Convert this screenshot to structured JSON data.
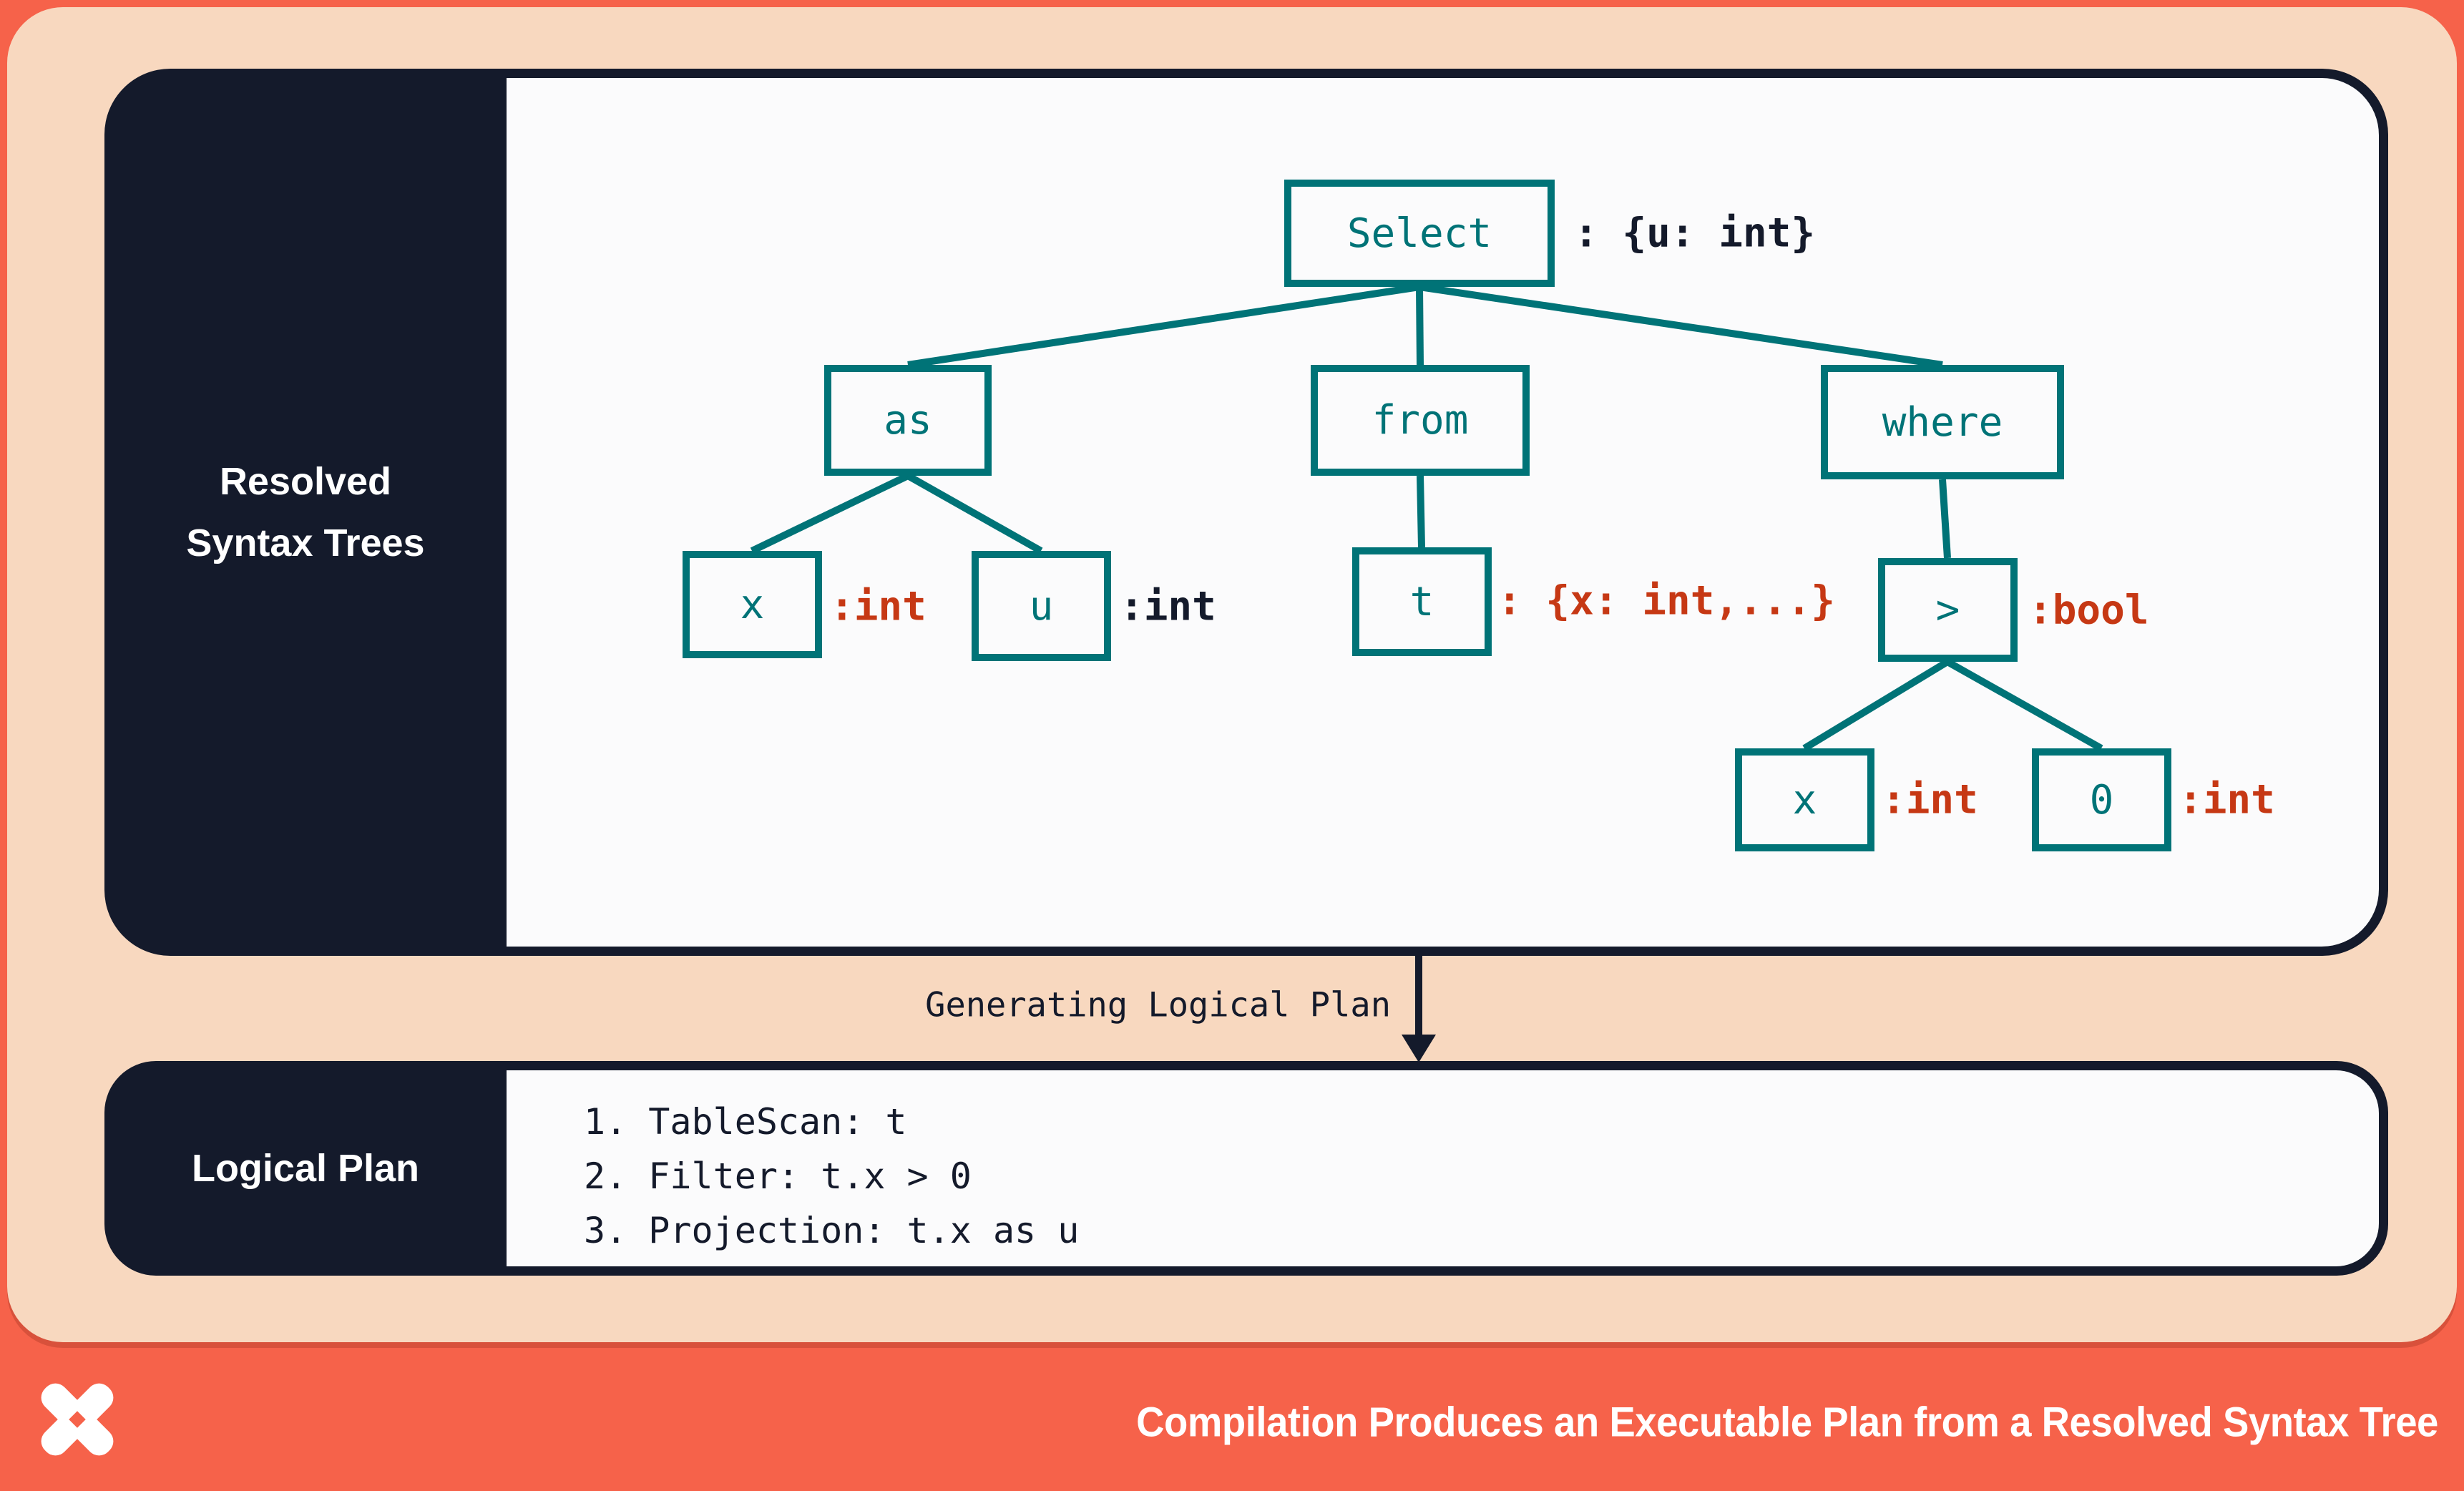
{
  "colors": {
    "frame_orange": "#f6624a",
    "peach_background": "#f8d8bf",
    "panel_navy": "#141a2b",
    "surface_white": "#fbfbfc",
    "node_teal": "#007377",
    "annotation_red": "#c63814"
  },
  "resolved_panel": {
    "label_lines": [
      "Resolved",
      "Syntax Trees"
    ],
    "tree": {
      "select": {
        "label": "Select",
        "type": ": {u: int}"
      },
      "as": {
        "label": "as"
      },
      "x1": {
        "label": "x",
        "type": ":int"
      },
      "u": {
        "label": "u",
        "type": ":int"
      },
      "from": {
        "label": "from"
      },
      "t": {
        "label": "t",
        "type": ": {x: int,...}"
      },
      "where": {
        "label": "where"
      },
      "gt": {
        "label": ">",
        "type": ":bool"
      },
      "x2": {
        "label": "x",
        "type": ":int"
      },
      "zero": {
        "label": "0",
        "type": ":int"
      }
    }
  },
  "transition": {
    "label": "Generating Logical Plan"
  },
  "logical_panel": {
    "label": "Logical Plan",
    "steps": [
      "1. TableScan: t",
      "2. Filter: t.x > 0",
      "3. Projection: t.x as u"
    ]
  },
  "footer": {
    "title": "Compilation Produces an Executable Plan from a Resolved Syntax Tree",
    "logo": "dozer-pinwheel-logo"
  }
}
